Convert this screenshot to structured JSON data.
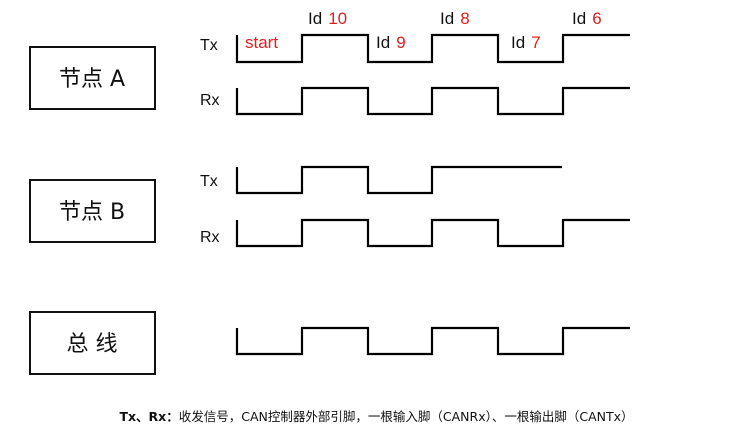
{
  "nodes": {
    "a": "节点 A",
    "b": "节点 B",
    "bus": "总 线"
  },
  "signals": {
    "tx": "Tx",
    "rx": "Rx"
  },
  "annotations": {
    "start": "start",
    "id_prefix": "Id",
    "ids": [
      "10",
      "9",
      "8",
      "7",
      "6"
    ]
  },
  "caption": {
    "bold_part": "Tx、Rx：",
    "text": "收发信号，CAN控制器外部引脚，一根输入脚（CANRx）、一根输出脚（CANTx）"
  },
  "colors": {
    "accent": "#e02020",
    "stroke": "#111111"
  }
}
